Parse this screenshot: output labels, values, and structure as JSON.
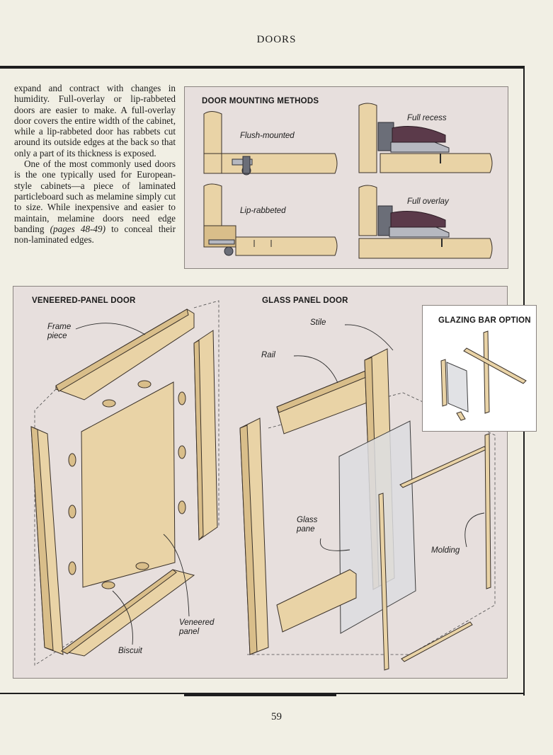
{
  "page": {
    "header": "DOORS",
    "page_number": "59",
    "body_paragraphs": [
      "expand and contract with changes in humidity. Full-overlay or lip-rabbeted doors are easier to make. A full-overlay door covers the entire width of the cabinet, while a lip-rabbeted door has rabbets cut around its outside edges at the back so that only a part of its thickness is exposed."
    ],
    "paragraph2_before": "One of the most commonly used doors is the one typically used for European-style cabinets—a piece of laminated particleboard such as melamine simply cut to size. While inexpensive and easier to maintain, melamine doors need edge banding ",
    "paragraph2_ref": "(pages 48-49)",
    "paragraph2_after": " to conceal their non-laminated edges."
  },
  "mounting": {
    "title": "DOOR MOUNTING METHODS",
    "flush": "Flush-mounted",
    "lip": "Lip-rabbeted",
    "recess": "Full recess",
    "overlay": "Full overlay"
  },
  "veneered": {
    "title": "VENEERED-PANEL DOOR",
    "frame_piece": "Frame\npiece",
    "veneered_panel": "Veneered\npanel",
    "biscuit": "Biscuit"
  },
  "glass_door": {
    "title": "GLASS PANEL DOOR",
    "stile": "Stile",
    "rail": "Rail",
    "glass_pane": "Glass\npane",
    "molding": "Molding"
  },
  "glazing": {
    "title": "GLAZING BAR OPTION"
  }
}
